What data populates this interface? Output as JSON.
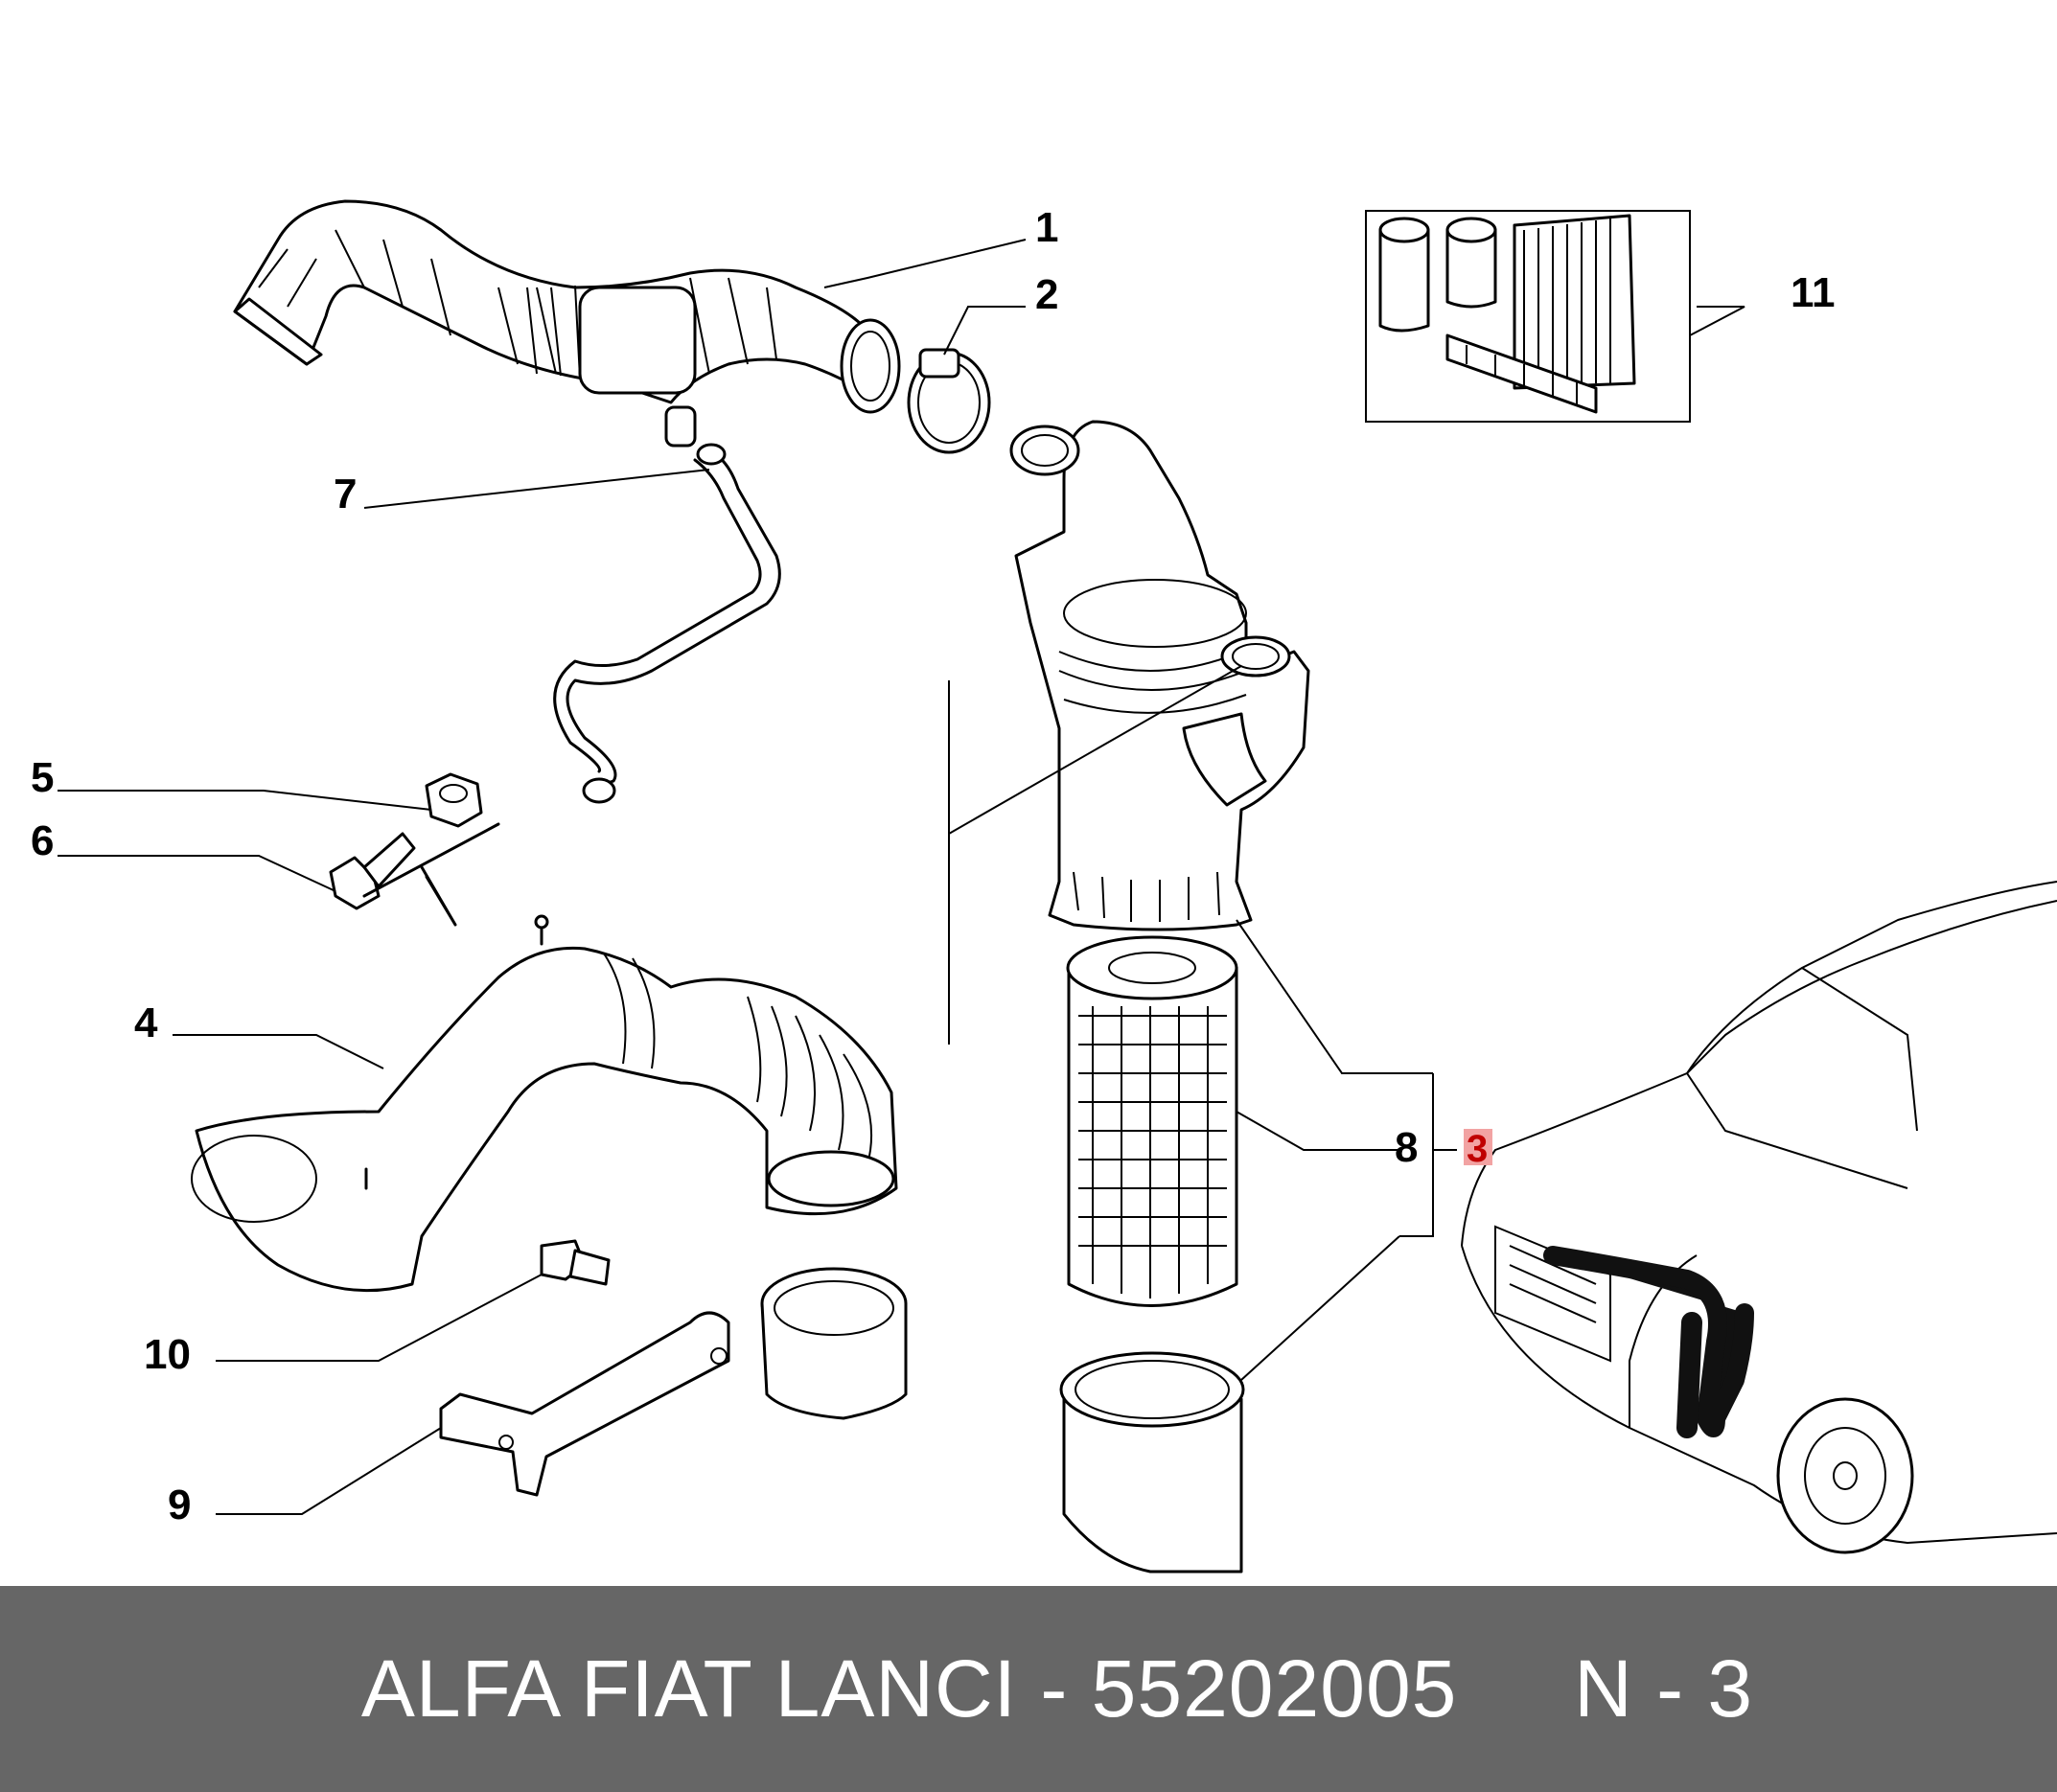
{
  "diagram": {
    "callouts": [
      "1",
      "2",
      "3",
      "4",
      "5",
      "6",
      "7",
      "8",
      "9",
      "10",
      "11"
    ],
    "highlight_color": "#f2a3a3",
    "highlight_text_color": "#c00000",
    "icons": [
      "hose-icon",
      "clamp-icon",
      "air-filter-housing-icon",
      "filter-cartridge-icon",
      "filter-kit-icon",
      "car-icon",
      "nut-icon",
      "bolt-icon",
      "bracket-icon"
    ]
  },
  "footer": {
    "text": "ALFA FIAT LANCI - 55202005     N - 3",
    "background": "#666666",
    "text_color": "#ffffff"
  }
}
